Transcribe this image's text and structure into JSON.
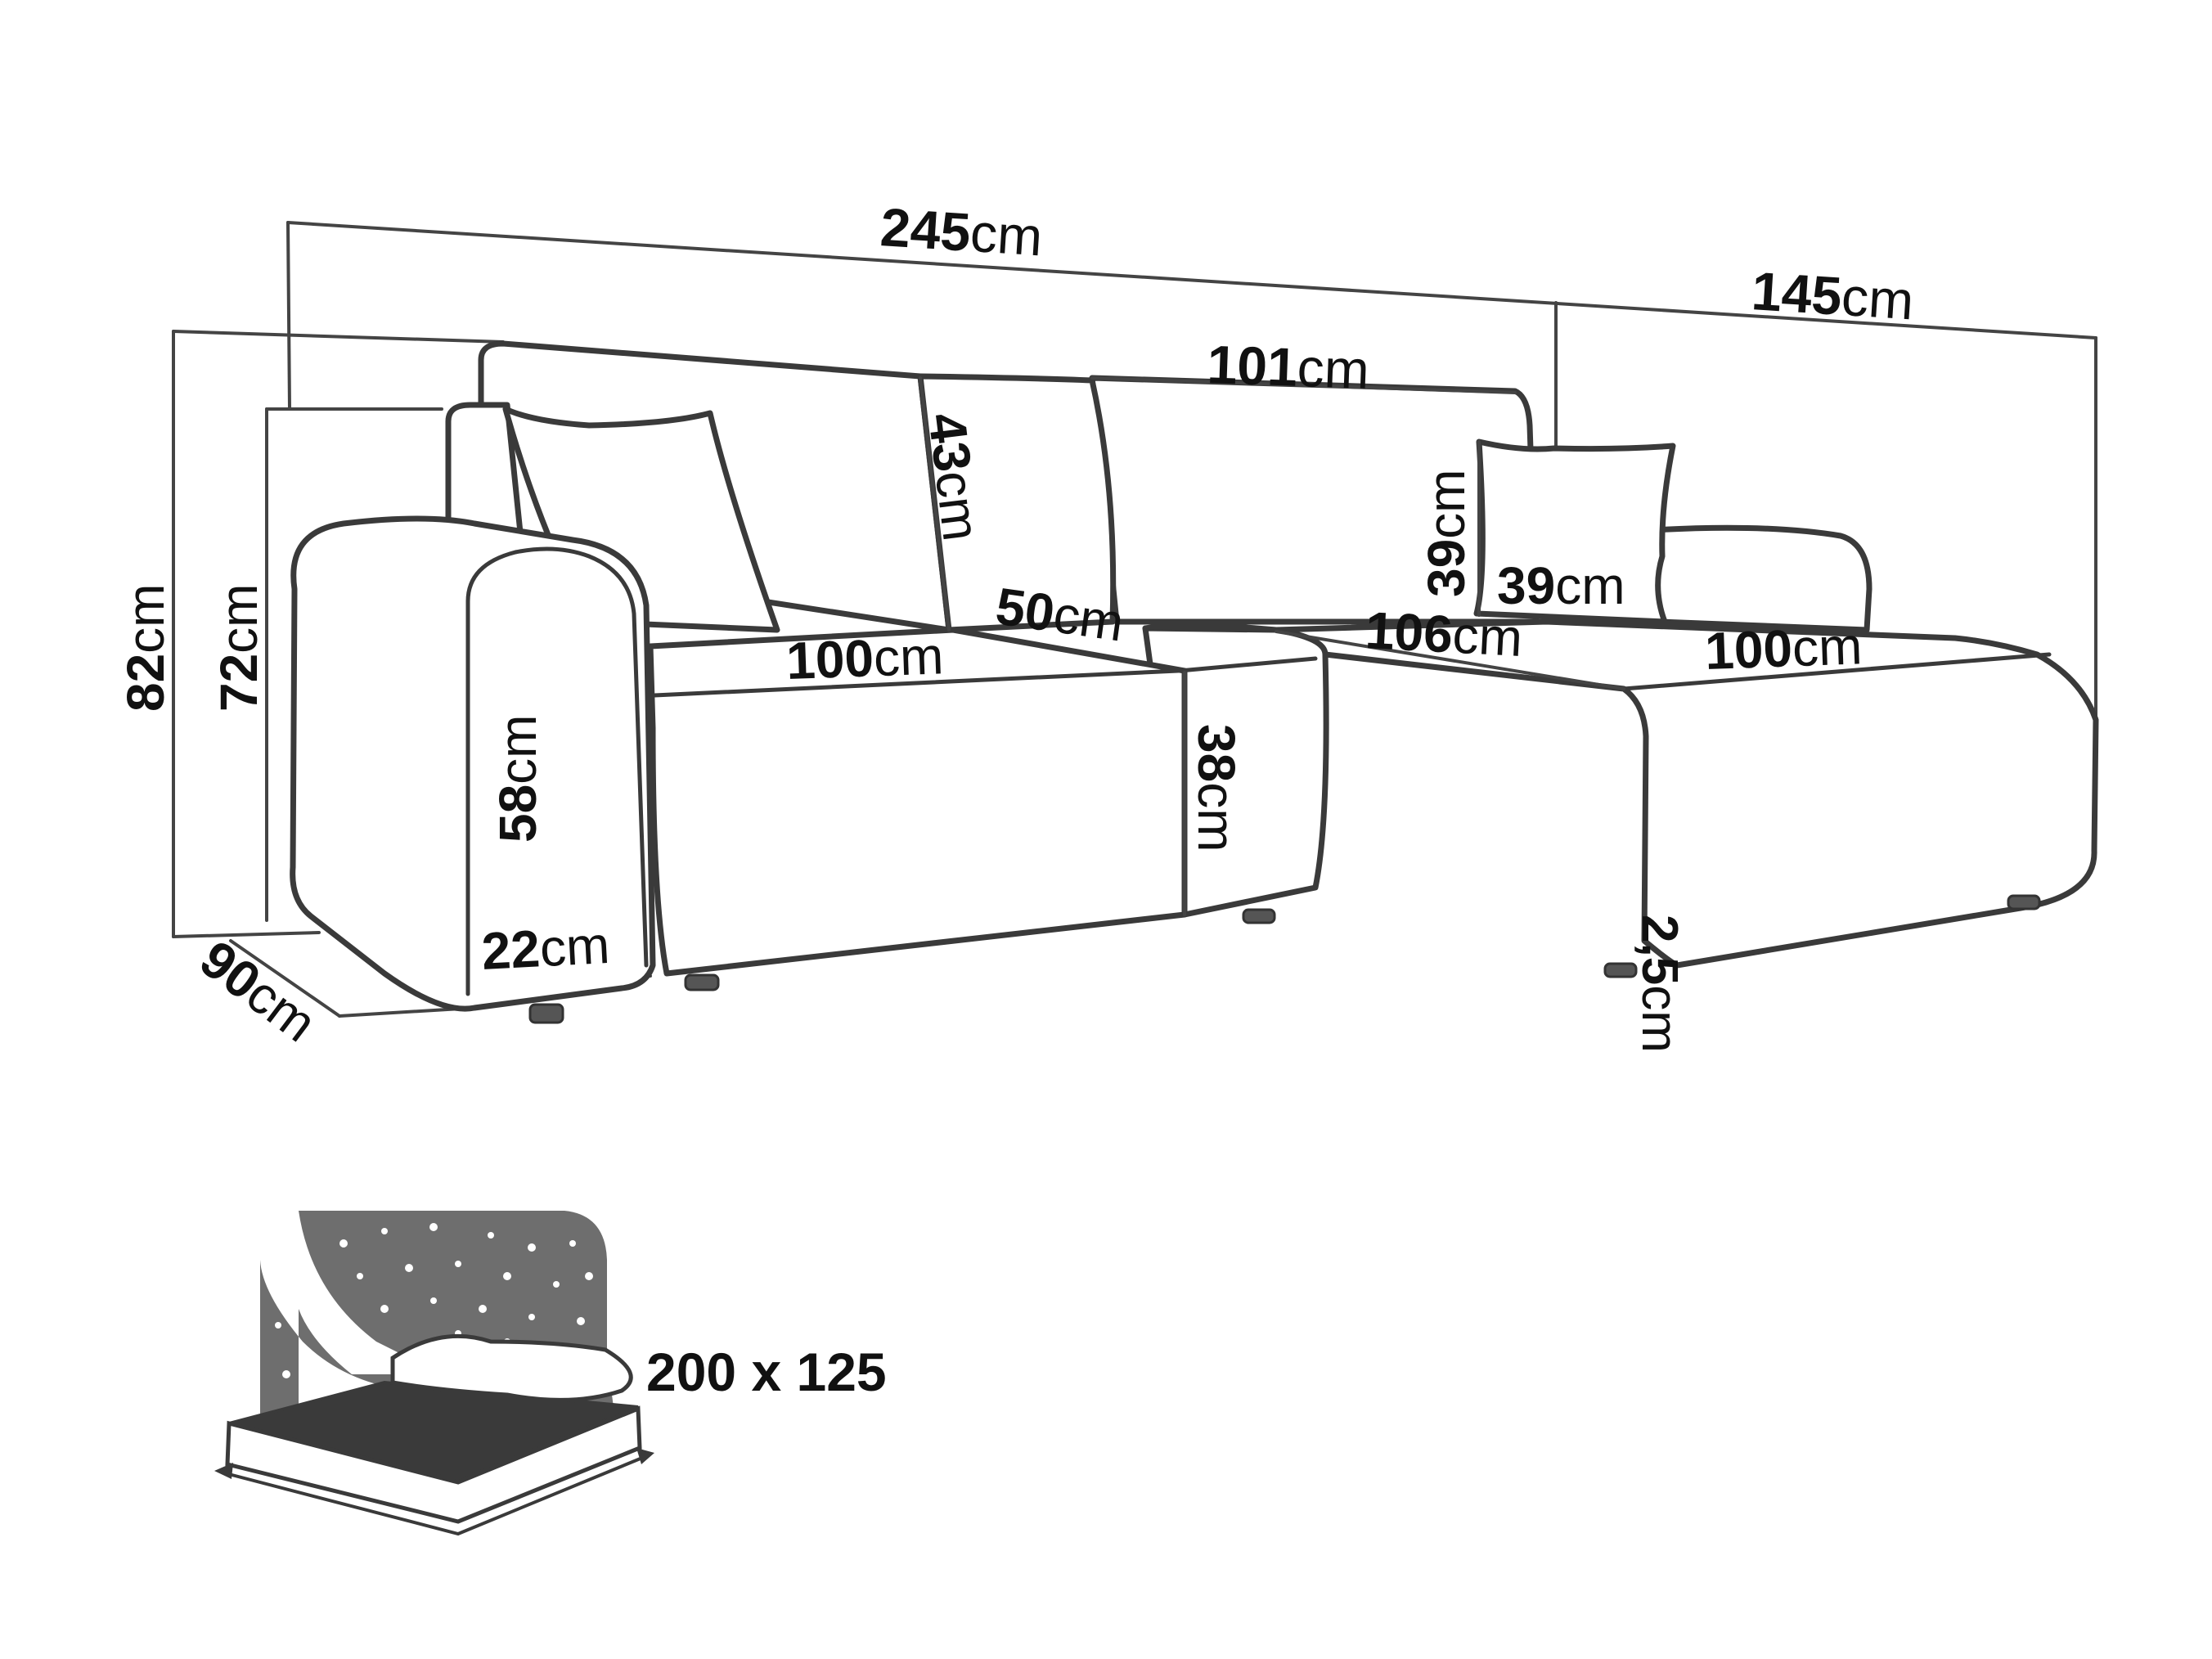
{
  "colors": {
    "line": "#3a3a3a",
    "text": "#111111",
    "bed_icon_bg": "#6e6e6e",
    "background": "#ffffff"
  },
  "dimensions": {
    "total_width": {
      "value": "245",
      "unit": "cm"
    },
    "chaise_width": {
      "value": "145",
      "unit": "cm"
    },
    "back_cushion_width": {
      "value": "101",
      "unit": "cm"
    },
    "back_height": {
      "value": "43",
      "unit": "cm"
    },
    "pillow_height": {
      "value": "39",
      "unit": "cm"
    },
    "pillow_width": {
      "value": "39",
      "unit": "cm"
    },
    "seat_depth": {
      "value": "50",
      "unit": "cm"
    },
    "seat_width_left": {
      "value": "100",
      "unit": "cm"
    },
    "chaise_length": {
      "value": "106",
      "unit": "cm"
    },
    "chaise_seat_width": {
      "value": "100",
      "unit": "cm"
    },
    "total_height": {
      "value": "82",
      "unit": "cm"
    },
    "armrest_height": {
      "value": "72",
      "unit": "cm"
    },
    "armrest_inner_height": {
      "value": "58",
      "unit": "cm"
    },
    "seat_height": {
      "value": "38",
      "unit": "cm"
    },
    "armrest_width": {
      "value": "22",
      "unit": "cm"
    },
    "depth": {
      "value": "90",
      "unit": "cm"
    },
    "leg_height": {
      "value": "2,5",
      "unit": "cm"
    }
  },
  "sleeping_area": {
    "label": "200 x 125",
    "icon": "bed-night-icon"
  }
}
